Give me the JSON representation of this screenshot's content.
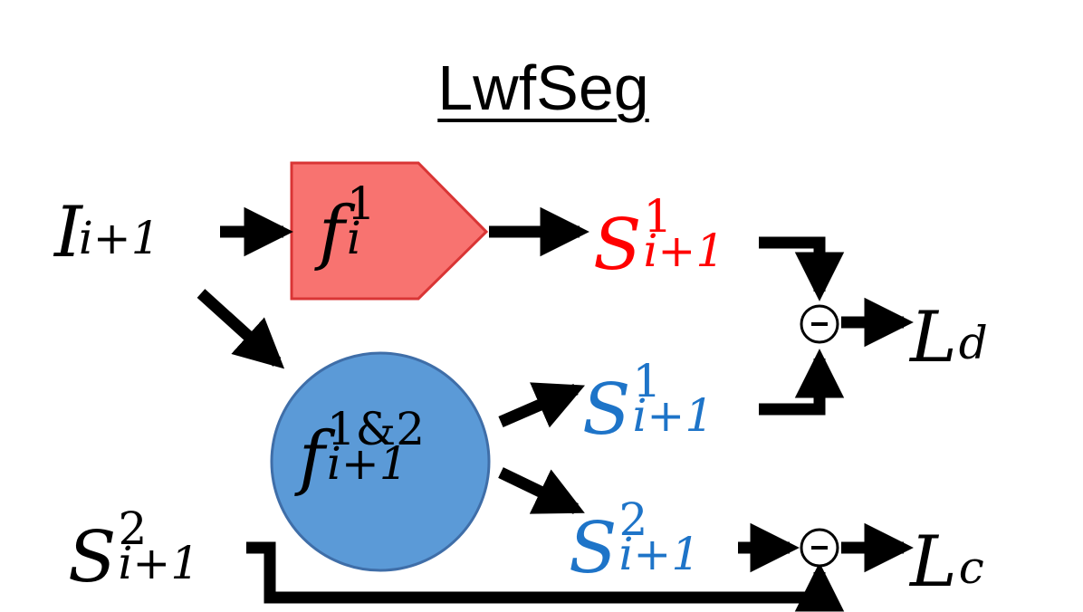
{
  "title": "LwfSeg",
  "colors": {
    "red_text": "#ff0000",
    "blue_text": "#1e74c8",
    "red_box_fill": "#f87370",
    "red_box_stroke": "#d93535",
    "blue_circle_fill": "#5b9ad7",
    "blue_circle_stroke": "#3f6ea8",
    "ink": "#000000"
  },
  "nodes": {
    "input_image": {
      "base": "I",
      "sub": "i+1"
    },
    "model_old": {
      "base": "f",
      "sub": "i",
      "sup": "1"
    },
    "model_new": {
      "base": "f",
      "sub": "i+1",
      "sup": "1&2"
    },
    "seg_old_pred": {
      "base": "S",
      "sub": "i+1",
      "sup": "1"
    },
    "seg_new_pred_1": {
      "base": "S",
      "sub": "i+1",
      "sup": "1"
    },
    "seg_new_pred_2": {
      "base": "S",
      "sub": "i+1",
      "sup": "2"
    },
    "seg_ground_truth_2": {
      "base": "S",
      "sub": "i+1",
      "sup": "2"
    },
    "loss_distill": {
      "base": "L",
      "sub": "d"
    },
    "loss_class": {
      "base": "L",
      "sub": "c"
    },
    "minus_symbol": "−"
  }
}
